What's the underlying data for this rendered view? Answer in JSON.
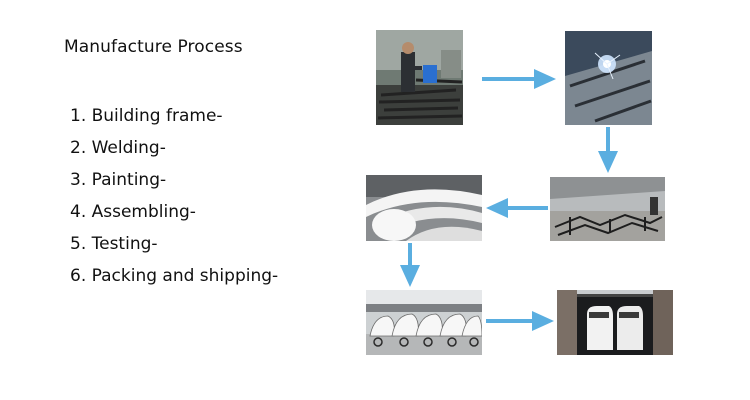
{
  "title": "Manufacture Process",
  "steps": [
    "1. Building frame-",
    "2. Welding-",
    "3. Painting-",
    "4. Assembling-",
    "5. Testing-",
    "6. Packing and shipping-"
  ],
  "colors": {
    "arrow": "#5aaee0",
    "text": "#111111",
    "background": "#ffffff"
  }
}
